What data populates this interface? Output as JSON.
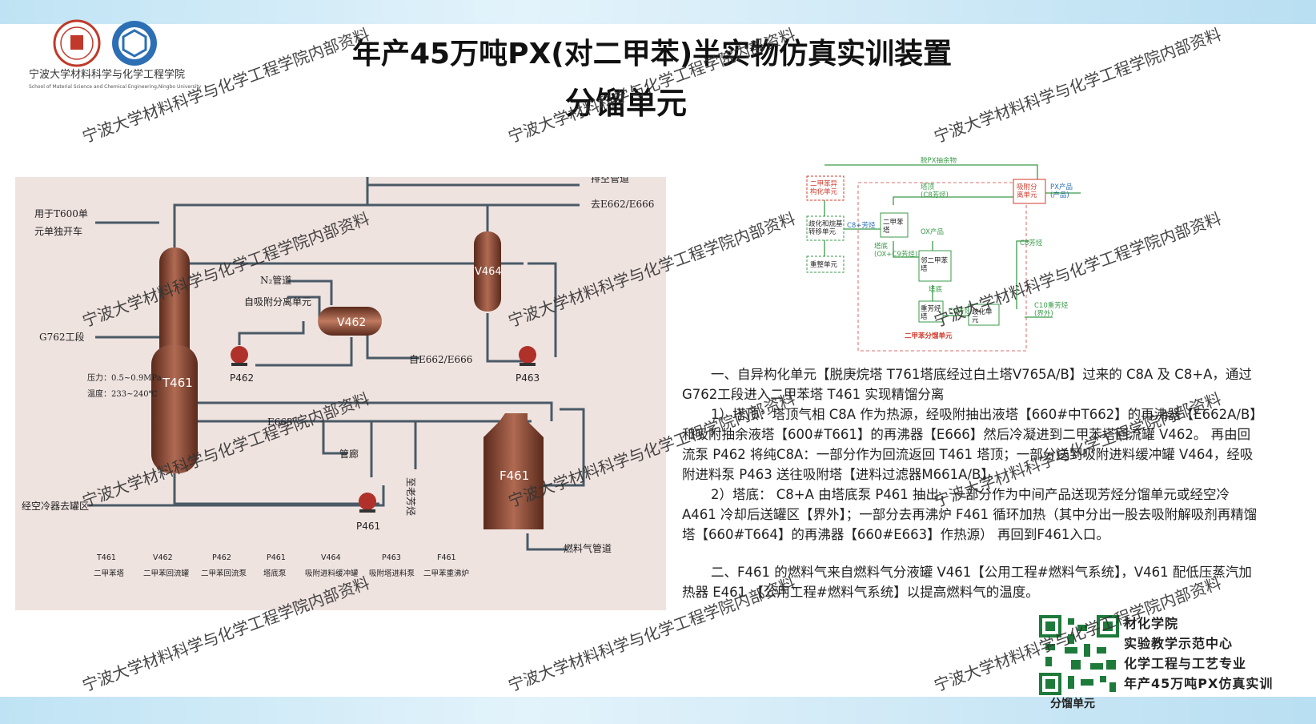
{
  "header": {
    "title_line1": "年产45万吨PX(对二甲苯)半实物仿真实训装置",
    "title_line2": "分馏单元",
    "school_cn": "宁波大学材料科学与化学工程学院",
    "school_en": "School of Material Science and Chemical Engineering,Ningbo University"
  },
  "pfd": {
    "labels": {
      "vent": "排空管道",
      "to_e662": "去E662/E666",
      "from_e662": "自E662/E666",
      "t600": "用于T600单",
      "t600b": "元单独开车",
      "g762": "G762工段",
      "n2": "N₂管道",
      "self_ads": "自吸附分离单元",
      "pressure": "压力：0.5~0.9MPa",
      "temp": "温度：233~240℃",
      "e663": "E663",
      "pipe": "管廊",
      "to_heavy": "至老芳烃",
      "air_cooler": "经空冷器去罐区",
      "fuel": "燃料气管道"
    },
    "equipment": {
      "t461": "T461",
      "v462": "V462",
      "v464": "V464",
      "p462": "P462",
      "p463": "P463",
      "p461": "P461",
      "f461": "F461"
    },
    "legend": [
      {
        "tag": "T461",
        "name": "二甲苯塔"
      },
      {
        "tag": "V462",
        "name": "二甲苯回流罐"
      },
      {
        "tag": "P462",
        "name": "二甲苯回流泵"
      },
      {
        "tag": "P461",
        "name": "塔底泵"
      },
      {
        "tag": "V464",
        "name": "吸附进料缓冲罐"
      },
      {
        "tag": "P463",
        "name": "吸附塔进料泵"
      },
      {
        "tag": "F461",
        "name": "二甲苯重沸炉"
      }
    ]
  },
  "bfd": {
    "top_label": "脱PX抽余物",
    "box_iso": "二甲苯异\n构化单元",
    "box_disp": "歧化和烷基\n转移单元",
    "box_reform": "重整单元",
    "c8": "C8+芳烃",
    "box_xylene": "二甲苯\n塔",
    "tower_top": "塔顶\n(C8芳烃)",
    "tower_bot": "塔底\n(OX+C9芳烃)",
    "ox": "OX产品",
    "box_ox": "邻二甲苯\n塔",
    "box_heavy": "重芳烃\n塔",
    "c9": "C9芳烃",
    "box_disp2": "歧化单\n元",
    "c10": "C10重芳烃\n(界外)",
    "box_ads": "吸附分\n离单元",
    "px": "PX产品\n(产品)",
    "c8b": "C8芳烃",
    "unit": "二甲苯分馏单元",
    "tower_bot2": "塔底"
  },
  "description": {
    "p1": "一、自异构化单元【脱庚烷塔 T761塔底经过白土塔V765A/B】过来的 C8A 及 C8+A，通过G762工段进入二甲苯塔 T461 实现精馏分离",
    "p2": "1）塔顶：塔顶气相 C8A 作为热源，经吸附抽出液塔【660#中T662】的再沸器【E662A/B】和吸附抽余液塔【600#T661】的再沸器【E666】然后冷凝进到二甲苯塔回流罐 V462。 再由回流泵 P462 将纯C8A：一部分作为回流返回 T461 塔顶；一部分送到吸附进料缓冲罐 V464，经吸附进料泵 P463 送往吸附塔【进料过滤器M661A/B】。",
    "p3": "2）塔底： C8+A 由塔底泵 P461 抽出，一部分作为中间产品送现芳烃分馏单元或经空冷 A461 冷却后送罐区【界外】；一部分去再沸炉 F461 循环加热（其中分出一股去吸附解吸剂再精馏塔【660#T664】的再沸器【660#E663】作热源） 再回到F461入口。",
    "p4": "二、F461 的燃料气来自燃料气分液罐 V461【公用工程#燃料气系统】，V461 配低压蒸汽加热器 E461 【公用工程#燃料气系统】以提高燃料气的温度。"
  },
  "qr_block": {
    "lines": [
      "材化学院",
      "实验教学示范中心",
      "化学工程与工艺专业",
      "年产45万吨PX仿真实训"
    ],
    "caption": "分馏单元"
  },
  "watermark": "宁波大学材料科学与化学工程学院内部资料",
  "colors": {
    "pfd_bg": "#efe3e0",
    "equipment": "#8a4a36",
    "pipe": "#4a5a66",
    "bfd_green": "#3b9a4a",
    "bfd_red": "#d03a2a",
    "band": "#cfe9f6"
  }
}
